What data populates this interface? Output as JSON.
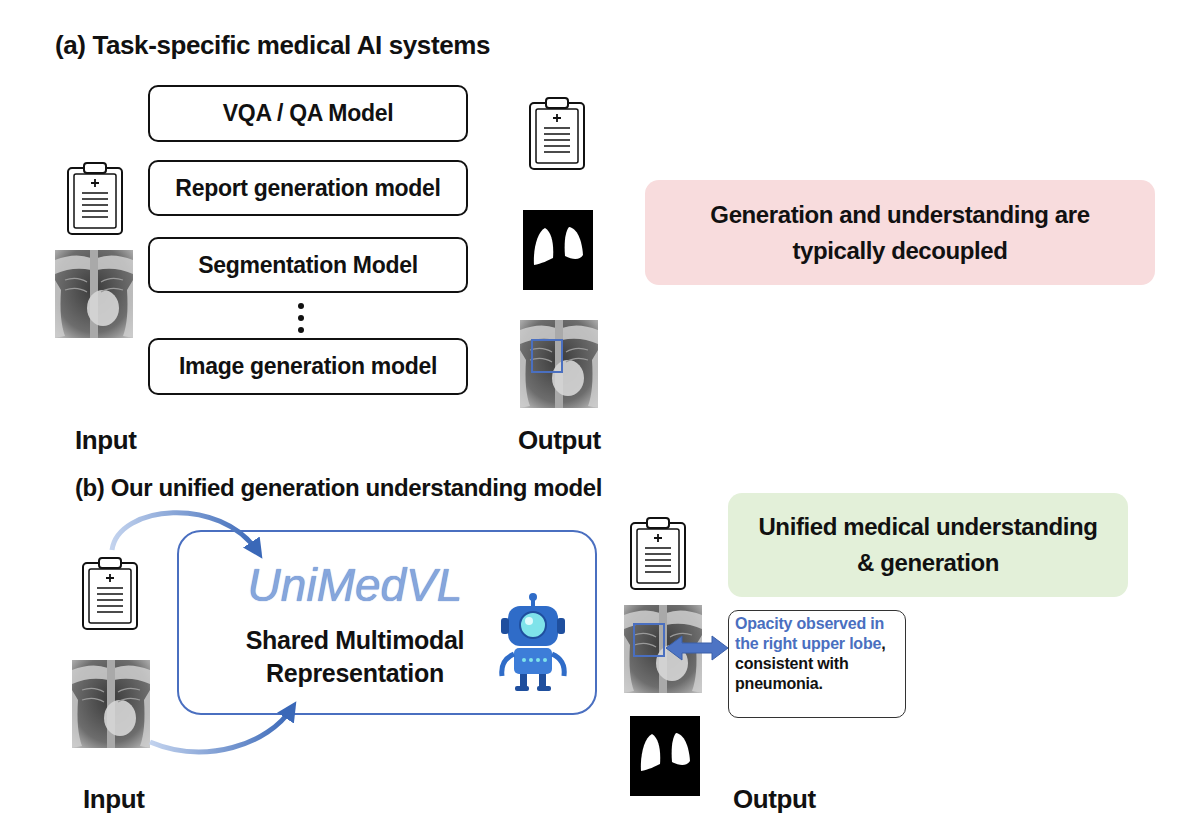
{
  "diagram": {
    "nodes": [
      {
        "text": [
          "VQA / QA Model"
        ]
      },
      {
        "text": [
          "Report generation model"
        ]
      },
      {
        "text": [
          "Segmentation Model"
        ]
      },
      {
        "text": [
          "Image generation model"
        ]
      },
      {
        "text": [
          "Generation and understanding are typically decoupled"
        ]
      },
      {
        "text": [
          "UniMedVL",
          "Shared Multimodal Representation"
        ]
      },
      {
        "text": [
          "Unified medical understanding & generation"
        ]
      },
      {
        "text": [
          "Opacity observed in the right upper lobe",
          ", consistent with pneumonia."
        ]
      }
    ],
    "labels": [
      "(a) Task-specific medical AI systems",
      "Input",
      "Output",
      "(b) Our unified generation understanding model",
      "Input",
      "Output"
    ]
  }
}
